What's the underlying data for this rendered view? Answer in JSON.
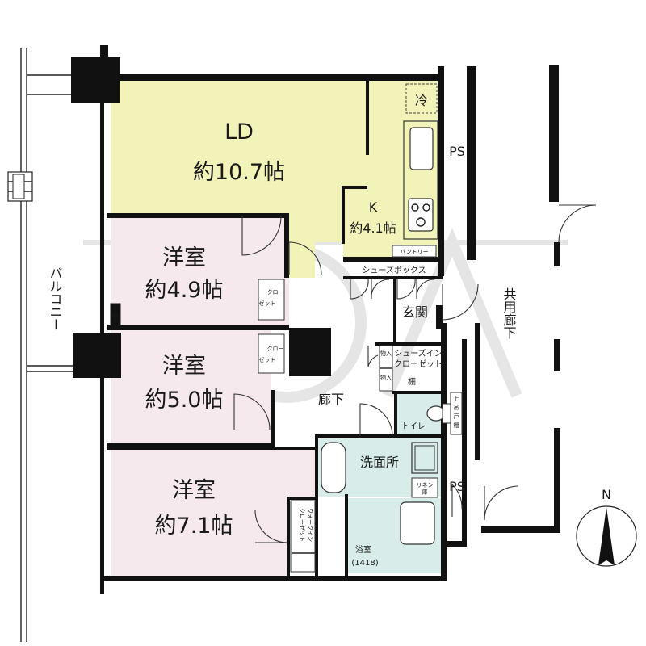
{
  "colors": {
    "ld": "#f2f3b8",
    "kitchen": "#f2f3b8",
    "bedroom": "#f6e9ee",
    "wet": "#d8ece9",
    "wall": "#111111",
    "watermark": "#e0e0e0",
    "watermark_accent": "#f2c6c6"
  },
  "rooms": {
    "ld": {
      "name": "LD",
      "size": "約10.7帖"
    },
    "kitchen": {
      "name": "K",
      "size": "約4.1帖",
      "fridge": "冷",
      "pantry": "パントリー"
    },
    "shoebox": "シューズボックス",
    "entrance": "玄関",
    "bed1": {
      "name": "洋室",
      "size": "約4.9帖",
      "closet_a": "クロー",
      "closet_b": "ゼット"
    },
    "bed2": {
      "name": "洋室",
      "size": "約5.0帖",
      "closet_a": "クロー",
      "closet_b": "ゼット"
    },
    "bed3": {
      "name": "洋室",
      "size": "約7.1帖",
      "wic_a": "ウォークイン",
      "wic_b": "クローゼット"
    },
    "hallway": "廊下",
    "storage1": "物入",
    "storage2": "物入",
    "shoes_in_a": "シューズイン",
    "shoes_in_b": "クローゼット",
    "shelf": "棚",
    "toilet": "トイレ",
    "upper_cabinet_a": "上",
    "upper_cabinet_b": "吊",
    "upper_cabinet_c": "戸",
    "upper_cabinet_d": "棚",
    "washroom": "洗面所",
    "linen_a": "リネン",
    "linen_b": "庫",
    "bath": {
      "name": "浴室",
      "spec": "(1418)"
    },
    "ps_top": "PS",
    "ps_bottom": "PS",
    "ps_small": "PS",
    "balcony": "バルコニー",
    "corridor": "共用廊下",
    "north": "N"
  }
}
